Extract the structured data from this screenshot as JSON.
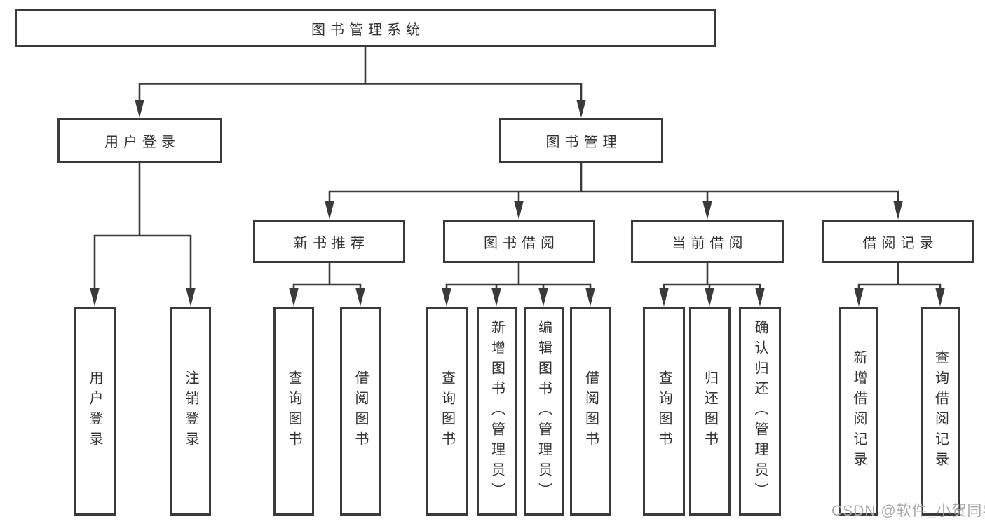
{
  "diagram": {
    "title": "图书管理系统",
    "type": "hierarchy-tree",
    "colors": {
      "line": "#3a3a3a",
      "box_border": "#3a3a3a",
      "box_fill": "#ffffff",
      "text": "#333333",
      "watermark_text": "#a8a8a8",
      "background": "#ffffff"
    },
    "watermark": "CSDN @软件_小贺同学",
    "tree": {
      "label": "图书管理系统",
      "children": [
        {
          "label": "用户登录",
          "children": [
            {
              "label": "用户登录"
            },
            {
              "label": "注销登录"
            }
          ]
        },
        {
          "label": "图书管理",
          "children": [
            {
              "label": "新书推荐",
              "children": [
                {
                  "label": "查询图书"
                },
                {
                  "label": "借阅图书"
                }
              ]
            },
            {
              "label": "图书借阅",
              "children": [
                {
                  "label": "查询图书"
                },
                {
                  "label": "新增图书（管理员）"
                },
                {
                  "label": "编辑图书（管理员）"
                },
                {
                  "label": "借阅图书"
                }
              ]
            },
            {
              "label": "当前借阅",
              "children": [
                {
                  "label": "查询图书"
                },
                {
                  "label": "归还图书"
                },
                {
                  "label": "确认归还（管理员）"
                }
              ]
            },
            {
              "label": "借阅记录",
              "children": [
                {
                  "label": "新增借阅记录"
                },
                {
                  "label": "查询借阅记录"
                }
              ]
            }
          ]
        }
      ]
    }
  }
}
